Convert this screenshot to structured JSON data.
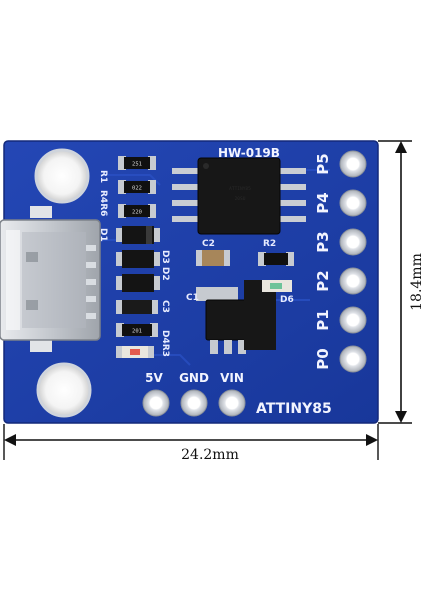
{
  "board": {
    "model_label": "HW-019B",
    "name_label": "ATTINY85",
    "colors": {
      "pcb": "#1f3fa8",
      "pcb_edge": "#15308a",
      "pad_gold": "#d9c07a",
      "silver": "#c9cdd3",
      "chip_black": "#151515"
    }
  },
  "pins_right": [
    "P5",
    "P4",
    "P3",
    "P2",
    "P1",
    "P0"
  ],
  "pins_bottom": [
    "5V",
    "GND",
    "VIN"
  ],
  "component_labels": {
    "r1": "R1",
    "r4r6": "R4R6",
    "d1": "D1",
    "c2": "C2",
    "r2": "R2",
    "d3d2": "D3 D2",
    "c1": "C1",
    "d6": "D6",
    "c3": "C3",
    "d4r3": "D4R3"
  },
  "resistor_codes": [
    "251",
    "022",
    "220",
    "201"
  ],
  "dimensions": {
    "width_label": "24.2mm",
    "height_label": "18.4mm"
  }
}
